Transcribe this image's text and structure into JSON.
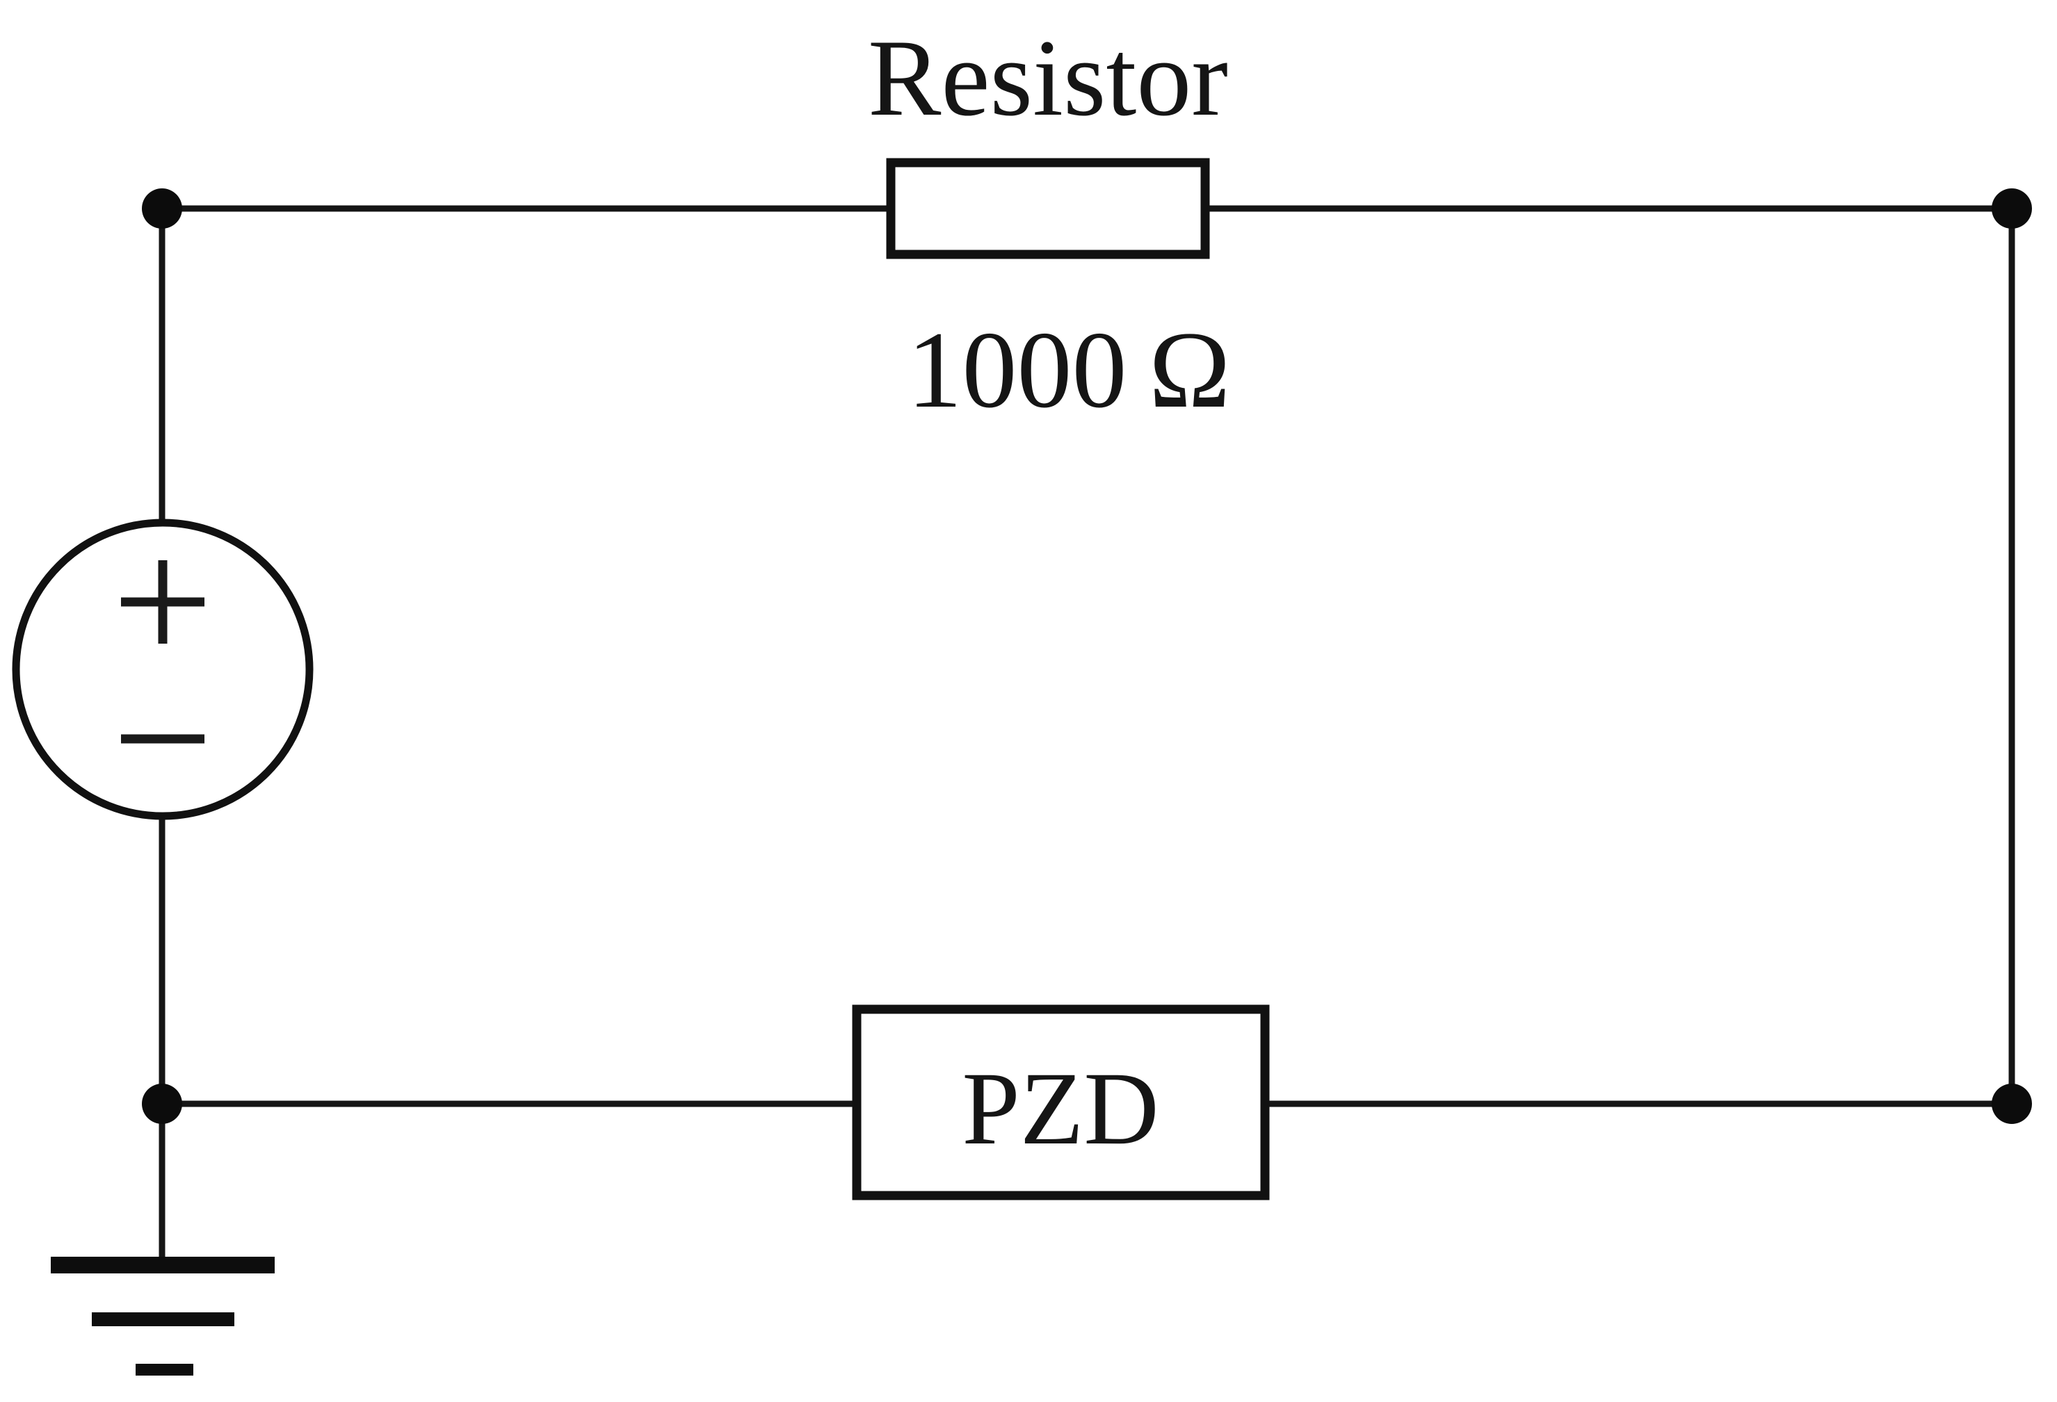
{
  "diagram": {
    "title": "series circuit with voltage source, resistor and PZD",
    "background_color": "#ffffff",
    "line_color": "#151515"
  },
  "components": {
    "resistor": {
      "name_label": "Resistor",
      "value_label": "1000 Ω",
      "shape": "rectangle",
      "name": "resistor-symbol"
    },
    "pzd": {
      "label": "PZD",
      "shape": "rectangle",
      "name": "pzd-symbol"
    },
    "voltage_source": {
      "shape": "circle",
      "plus_symbol": "+",
      "minus_symbol": "−",
      "name": "voltage-source-symbol"
    },
    "ground": {
      "symbol": "earth-ground",
      "bar_count": 3
    }
  },
  "nodes": {
    "top_left": "node-top-left",
    "top_right": "node-top-right",
    "bottom_left": "node-bottom-left",
    "bottom_right": "node-bottom-right"
  }
}
